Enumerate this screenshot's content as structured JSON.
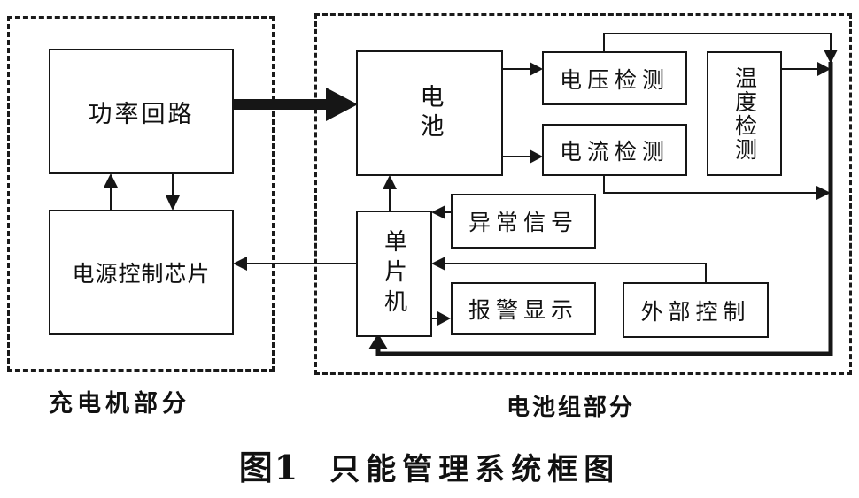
{
  "caption": {
    "figure_no": "图1",
    "title": "只能管理系统框图"
  },
  "regions": {
    "charger": {
      "label": "充电机部分"
    },
    "battery_pack": {
      "label": "电池组部分"
    }
  },
  "blocks": {
    "power_circuit": {
      "label": "功率回路"
    },
    "power_control_chip": {
      "label": "电源控制芯片"
    },
    "battery": {
      "label": "电池"
    },
    "voltage_detection": {
      "label": "电压检测"
    },
    "current_detection": {
      "label": "电流检测"
    },
    "temperature_detection": {
      "label": "温度检测"
    },
    "mcu": {
      "label": "单片机"
    },
    "abnormal_signal": {
      "label": "异常信号"
    },
    "alarm_display": {
      "label": "报警显示"
    },
    "external_control": {
      "label": "外部控制"
    }
  },
  "connections": [
    {
      "from": "power_circuit",
      "to": "battery",
      "style": "thick-arrow"
    },
    {
      "from": "power_control_chip",
      "to": "power_circuit",
      "style": "arrow"
    },
    {
      "from": "power_circuit",
      "to": "power_control_chip",
      "style": "arrow"
    },
    {
      "from": "mcu",
      "to": "battery",
      "style": "arrow"
    },
    {
      "from": "battery",
      "to": "voltage_detection",
      "style": "arrow"
    },
    {
      "from": "battery",
      "to": "current_detection",
      "style": "arrow"
    },
    {
      "from": "voltage_detection",
      "to": "right_bus",
      "style": "arrow-over-top"
    },
    {
      "from": "temperature_detection",
      "to": "right_bus",
      "style": "arrow"
    },
    {
      "from": "current_detection",
      "to": "right_bus",
      "style": "arrow-under-bottom"
    },
    {
      "from": "right_bus",
      "to": "mcu",
      "style": "thick-arrow-around-bottom"
    },
    {
      "from": "abnormal_signal",
      "to": "mcu",
      "style": "arrow"
    },
    {
      "from": "external_control",
      "to": "mcu",
      "style": "arrow"
    },
    {
      "from": "mcu",
      "to": "alarm_display",
      "style": "arrow"
    },
    {
      "from": "mcu",
      "to": "power_control_chip",
      "style": "arrow"
    }
  ],
  "colors": {
    "line": "#161616",
    "background": "#ffffff"
  }
}
